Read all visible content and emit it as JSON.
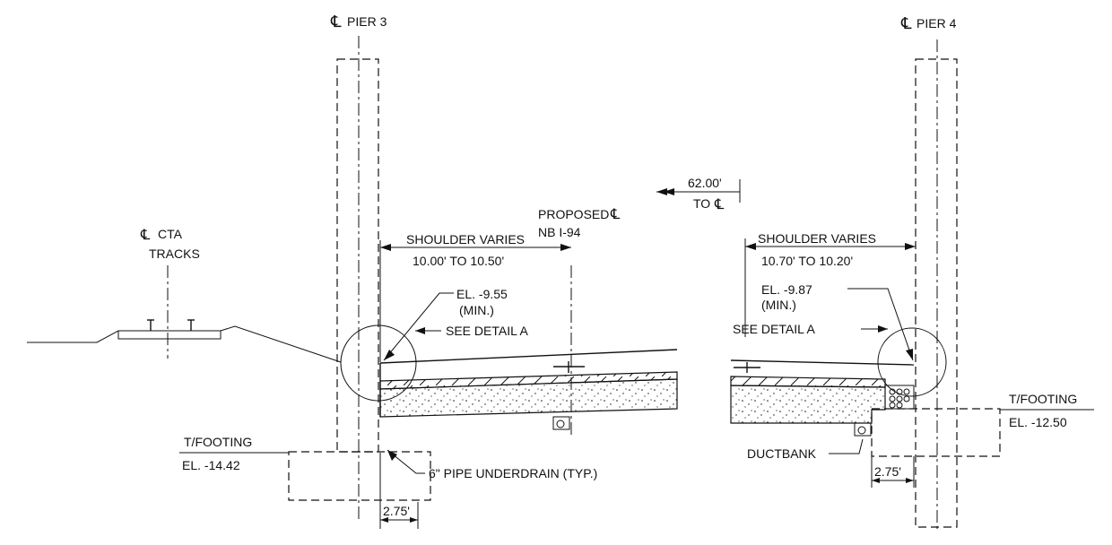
{
  "left": {
    "pier_label": "PIER 3",
    "track_label_1": "CTA",
    "track_label_2": "TRACKS",
    "shoulder_label": "SHOULDER VARIES",
    "shoulder_range": "10.00' TO 10.50'",
    "elev_label": "EL. -9.55",
    "elev_min": "(MIN.)",
    "detail_label": "SEE DETAIL A",
    "footing_label": "T/FOOTING",
    "footing_elev": "EL. -14.42",
    "underdrain_label": "6\" PIPE UNDERDRAIN (TYP.)",
    "dim_label": "2.75'"
  },
  "center": {
    "proposed_label_1": "PROPOSED",
    "proposed_label_2": "NB I-94"
  },
  "right": {
    "pier_label": "PIER 4",
    "offset_dim": "62.00'",
    "offset_to": "TO",
    "shoulder_label": "SHOULDER VARIES",
    "shoulder_range": "10.70' TO 10.20'",
    "elev_label": "EL. -9.87",
    "elev_min": "(MIN.)",
    "detail_label": "SEE DETAIL A",
    "footing_label": "T/FOOTING",
    "footing_elev": "EL. -12.50",
    "ductbank_label": "DUCTBANK",
    "dim_label": "2.75'"
  }
}
